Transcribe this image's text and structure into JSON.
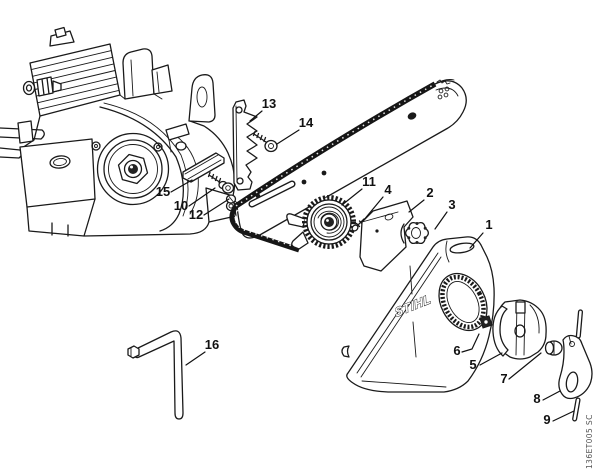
{
  "page": {
    "background": "#ffffff",
    "ink_color": "#1a1a1a"
  },
  "diagram": {
    "cover_brand": "STIHL",
    "drawing_number": "136ET005 SC",
    "part_labels": [
      "1",
      "2",
      "3",
      "4",
      "5",
      "6",
      "7",
      "8",
      "9",
      "10",
      "11",
      "12",
      "13",
      "14",
      "15",
      "16"
    ]
  }
}
